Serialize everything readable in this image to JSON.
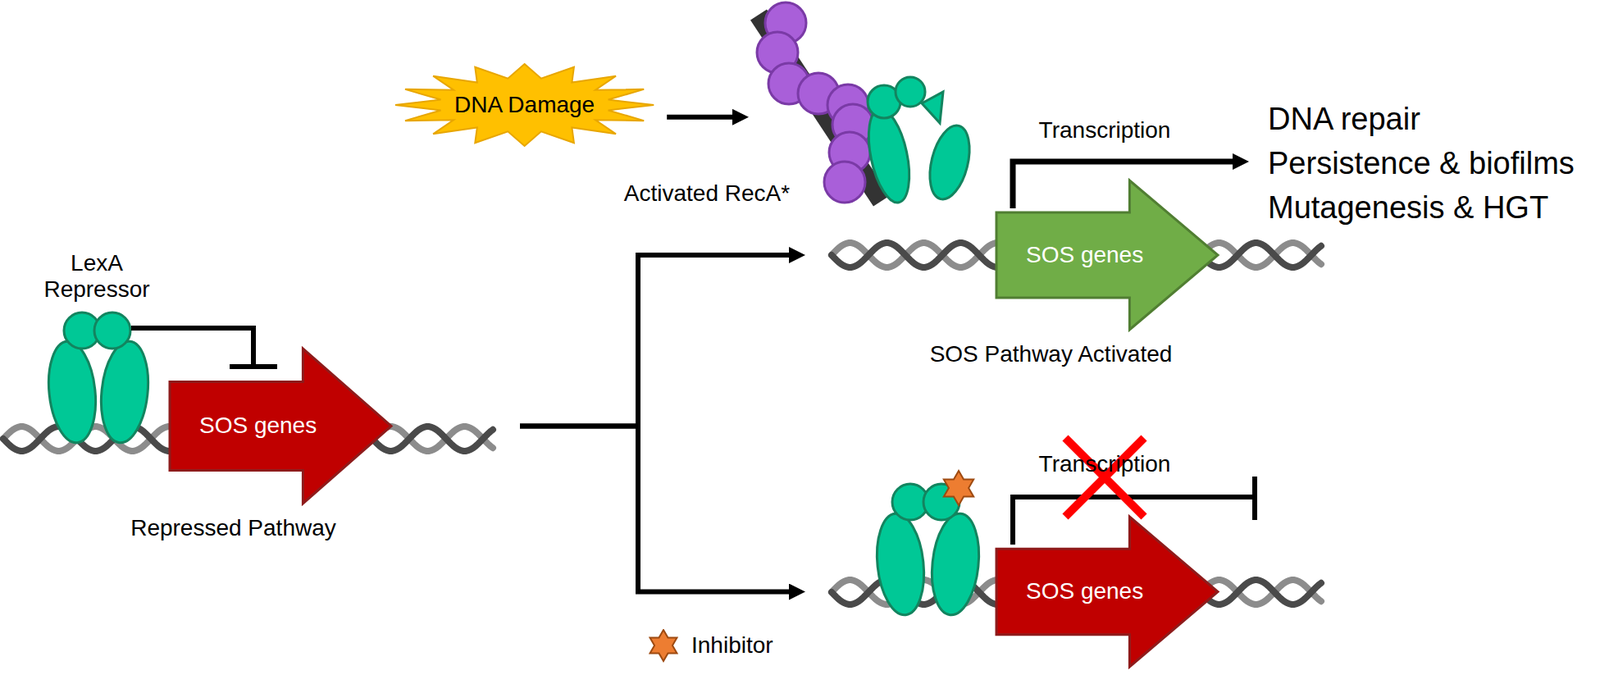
{
  "diagram": {
    "nodes": [
      {
        "text": [
          "DNA Damage"
        ]
      },
      {
        "text": [
          "Activated RecA*"
        ]
      },
      {
        "text": [
          "SOS genes",
          "Repressed Pathway"
        ]
      },
      {
        "text": [
          "SOS genes",
          "SOS Pathway Activated"
        ]
      },
      {
        "text": [
          "SOS genes"
        ]
      }
    ],
    "edges": [
      {
        "from": 0,
        "to": 1,
        "arrow": "to"
      },
      {
        "from": 2,
        "to": 3,
        "arrow": "to"
      },
      {
        "from": 2,
        "to": 4,
        "arrow": "to"
      }
    ],
    "labels": [
      "LexA Repressor",
      "Transcription",
      "Transcription",
      "DNA repair",
      "Persistence & biofilms",
      "Mutagenesis & HGT"
    ],
    "legend": [
      {
        "text": "Inhibitor"
      }
    ]
  }
}
